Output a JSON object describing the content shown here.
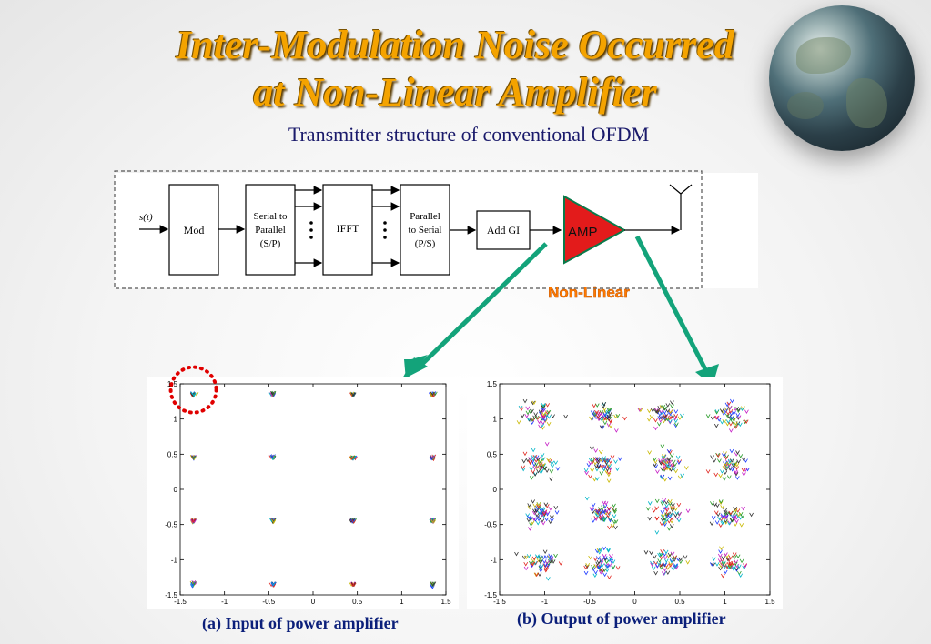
{
  "title_line1": "Inter-Modulation Noise Occurred",
  "title_line2": "at Non-Linear Amplifier",
  "subtitle": "Transmitter structure of conventional OFDM",
  "diagram": {
    "input_label": "s(t)",
    "mod": "Mod",
    "sp_line1": "Serial to",
    "sp_line2": "Parallel",
    "sp_line3": "(S/P)",
    "ifft": "IFFT",
    "ps_line1": "Parallel",
    "ps_line2": "to Serial",
    "ps_line3": "(P/S)",
    "add_gi": "Add GI",
    "amp": "AMP",
    "non_linear": "Non-Linear"
  },
  "caption_a": "(a) Input of power amplifier",
  "caption_b": "(b) Output of power amplifier",
  "chart_data": [
    {
      "type": "scatter",
      "title": "",
      "xlabel": "",
      "ylabel": "",
      "xlim": [
        -1.5,
        1.5
      ],
      "ylim": [
        -1.5,
        1.5
      ],
      "xticks": [
        "-1.5",
        "-1",
        "-0.5",
        "0",
        "0.5",
        "1",
        "1.5"
      ],
      "yticks": [
        "-1.5",
        "-1",
        "-0.5",
        "0",
        "0.5",
        "1",
        "1.5"
      ],
      "points": [
        [
          -1.35,
          1.35
        ],
        [
          -0.45,
          1.35
        ],
        [
          0.45,
          1.35
        ],
        [
          1.35,
          1.35
        ],
        [
          -1.35,
          0.45
        ],
        [
          -0.45,
          0.45
        ],
        [
          0.45,
          0.45
        ],
        [
          1.35,
          0.45
        ],
        [
          -1.35,
          -0.45
        ],
        [
          -0.45,
          -0.45
        ],
        [
          0.45,
          -0.45
        ],
        [
          1.35,
          -0.45
        ],
        [
          -1.35,
          -1.35
        ],
        [
          -0.45,
          -1.35
        ],
        [
          0.45,
          -1.35
        ],
        [
          1.35,
          -1.35
        ]
      ],
      "spread": 0.02,
      "highlight": [
        -1.35,
        1.35
      ]
    },
    {
      "type": "scatter",
      "title": "",
      "xlabel": "",
      "ylabel": "",
      "xlim": [
        -1.5,
        1.5
      ],
      "ylim": [
        -1.5,
        1.5
      ],
      "xticks": [
        "-1.5",
        "-1",
        "-0.5",
        "0",
        "0.5",
        "1",
        "1.5"
      ],
      "yticks": [
        "-1.5",
        "-1",
        "-0.5",
        "0",
        "0.5",
        "1",
        "1.5"
      ],
      "points": [
        [
          -1.05,
          1.05
        ],
        [
          -0.35,
          1.05
        ],
        [
          0.35,
          1.05
        ],
        [
          1.05,
          1.05
        ],
        [
          -1.05,
          0.35
        ],
        [
          -0.35,
          0.35
        ],
        [
          0.35,
          0.35
        ],
        [
          1.05,
          0.35
        ],
        [
          -1.05,
          -0.35
        ],
        [
          -0.35,
          -0.35
        ],
        [
          0.35,
          -0.35
        ],
        [
          1.05,
          -0.35
        ],
        [
          -1.05,
          -1.05
        ],
        [
          -0.35,
          -1.05
        ],
        [
          0.35,
          -1.05
        ],
        [
          1.05,
          -1.05
        ]
      ],
      "spread": 0.2,
      "highlight": null
    }
  ],
  "colors": {
    "title": "#f4a300",
    "arrow": "#13a37a",
    "amp": "#e31b1b",
    "non_linear": "#ff7a00",
    "caption": "#0b1f7a",
    "highlight": "#e00000"
  },
  "marker_colors": [
    "#1f3cff",
    "#2a9d2a",
    "#e0261f",
    "#00b5c8",
    "#c61fc6",
    "#c9b800",
    "#333333"
  ]
}
